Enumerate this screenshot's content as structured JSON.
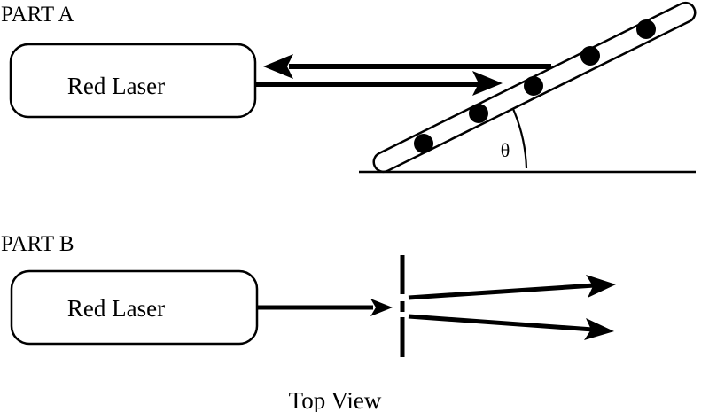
{
  "colors": {
    "ink": "#000000",
    "background": "#ffffff"
  },
  "part_a": {
    "label": "PART A",
    "laser_label": "Red Laser",
    "angle_label": "θ",
    "ruler_dot_count": 5
  },
  "part_b": {
    "label": "PART B",
    "laser_label": "Red Laser",
    "caption": "Top View"
  }
}
